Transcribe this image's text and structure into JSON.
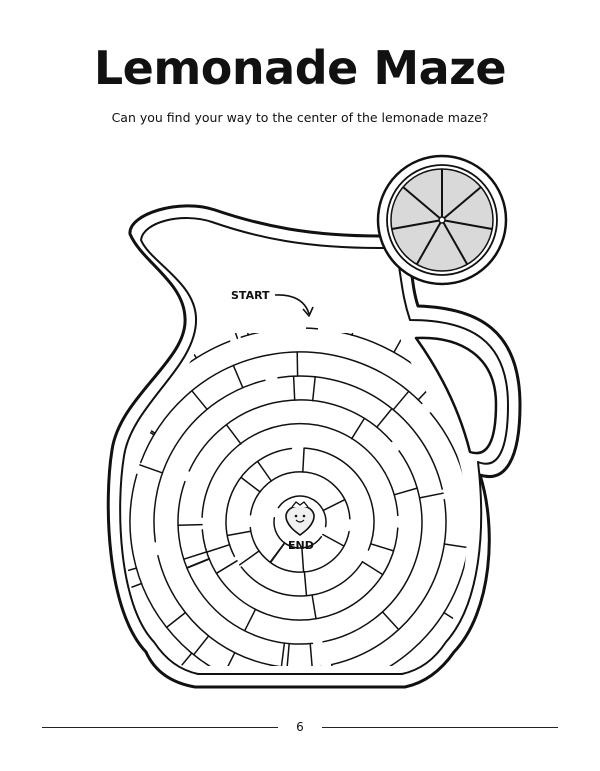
{
  "page": {
    "title": "Lemonade Maze",
    "subtitle": "Can you find your way to the center of the lemonade maze?",
    "page_number": "6"
  },
  "maze": {
    "start_label": "START",
    "end_label": "END",
    "center_icon": "smiling-strawberry-icon",
    "lemon_icon": "lemon-slice-icon",
    "ink_color": "#111111",
    "lemon_fill": "#d9d9d9",
    "strawberry_fill": "#f0f0f0"
  }
}
